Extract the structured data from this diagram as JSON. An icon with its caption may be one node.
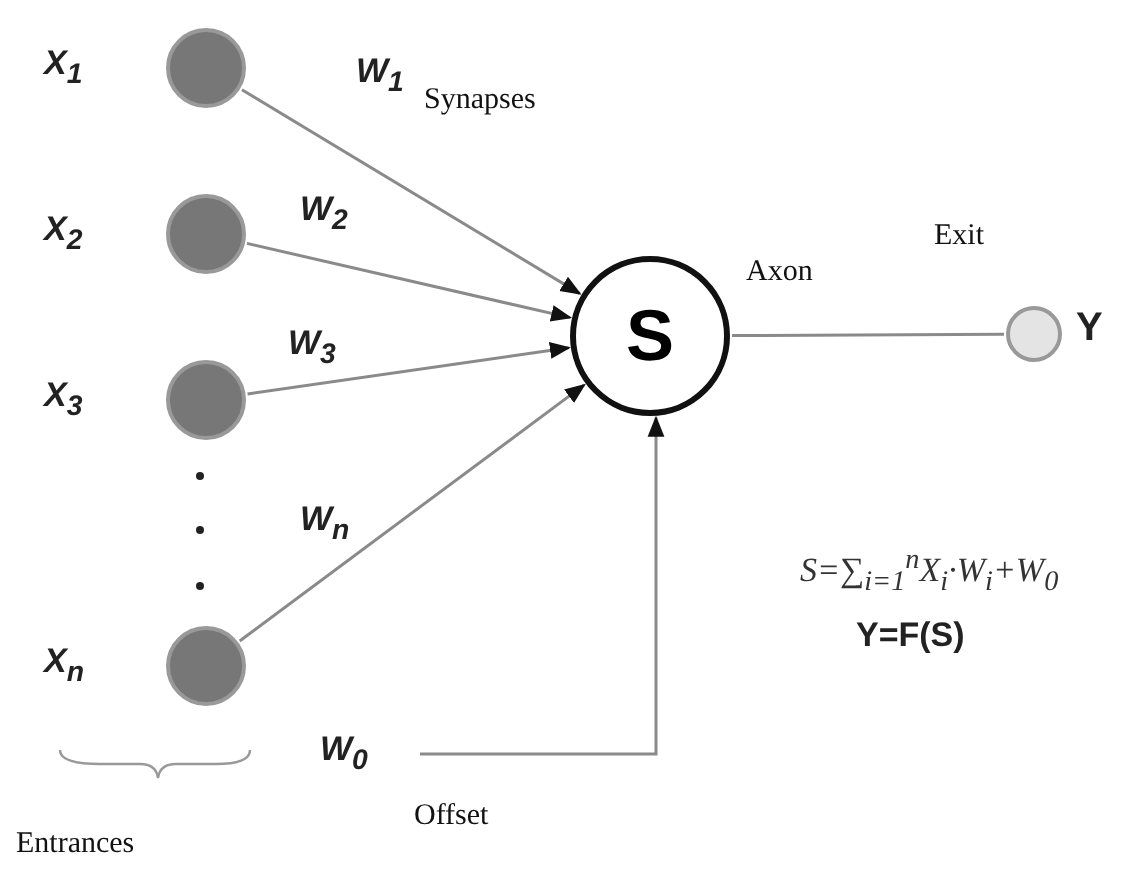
{
  "diagram": {
    "nodes": [
      {
        "text": [],
        "shape": "circle",
        "beside": [
          "X$_{1}$"
        ]
      },
      {
        "text": [],
        "shape": "circle",
        "beside": [
          "X$_{2}$"
        ]
      },
      {
        "text": [],
        "shape": "circle",
        "beside": [
          "X$_{3}$"
        ]
      },
      {
        "text": [],
        "shape": "circle",
        "beside": [
          "X$_{n}$"
        ]
      },
      {
        "text": [
          "S"
        ]
      },
      {
        "text": [],
        "shape": "circle",
        "beside": [
          "Y"
        ]
      },
      {
        "text": [
          "W$_{0}$"
        ]
      }
    ],
    "edges": [
      {
        "from": 0,
        "to": 4,
        "arrow": "to",
        "label": "W$_{1}$"
      },
      {
        "from": 1,
        "to": 4,
        "arrow": "to",
        "label": "W$_{2}$"
      },
      {
        "from": 2,
        "to": 4,
        "arrow": "to",
        "label": "W$_{3}$"
      },
      {
        "from": 3,
        "to": 4,
        "arrow": "to",
        "label": "W$_{n}$"
      },
      {
        "from": 6,
        "to": 4,
        "arrow": "to"
      },
      {
        "from": 4,
        "to": 5,
        "arrow": "none"
      }
    ],
    "labels": [
      "Synapses",
      "Axon",
      "Exit",
      "S=∑$_{i=1}$$^{n}$X$_{i}$·W$_{i}$+W$_{0}$",
      "Y=F(S)",
      "Entrances",
      "Offset"
    ]
  }
}
